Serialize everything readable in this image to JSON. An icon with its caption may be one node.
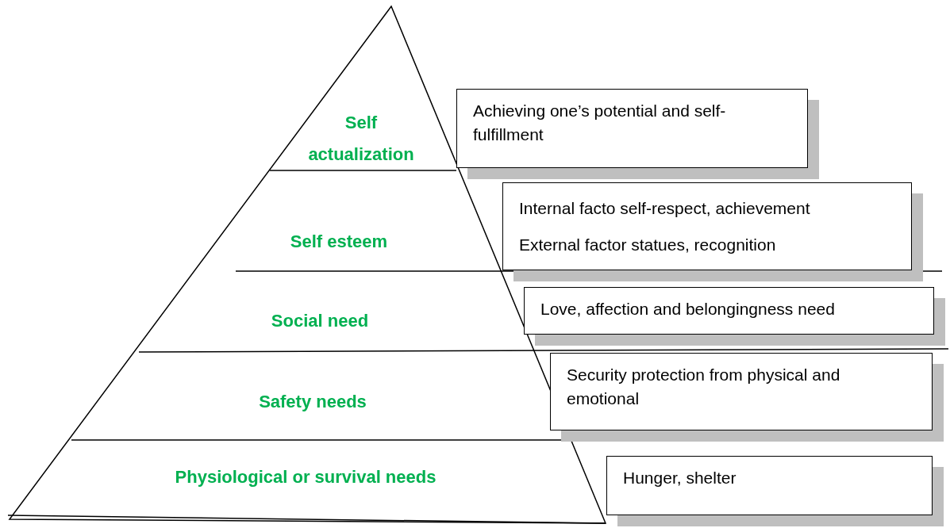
{
  "diagram": {
    "nodes": [
      {
        "text": [
          "Self actualization"
        ]
      },
      {
        "text": [
          "Self esteem"
        ]
      },
      {
        "text": [
          "Social need"
        ]
      },
      {
        "text": [
          "Safety needs"
        ]
      },
      {
        "text": [
          "Physiological or survival needs"
        ]
      },
      {
        "text": [
          "Achieving one’s potential and self- fulfillment"
        ]
      },
      {
        "text": [
          "Internal facto self-respect, achievement",
          "External factor statues, recognition"
        ]
      },
      {
        "text": [
          "Love, affection and belongingness need"
        ]
      },
      {
        "text": [
          "Security protection from physical and emotional"
        ]
      },
      {
        "text": [
          "Hunger, shelter"
        ]
      }
    ]
  }
}
